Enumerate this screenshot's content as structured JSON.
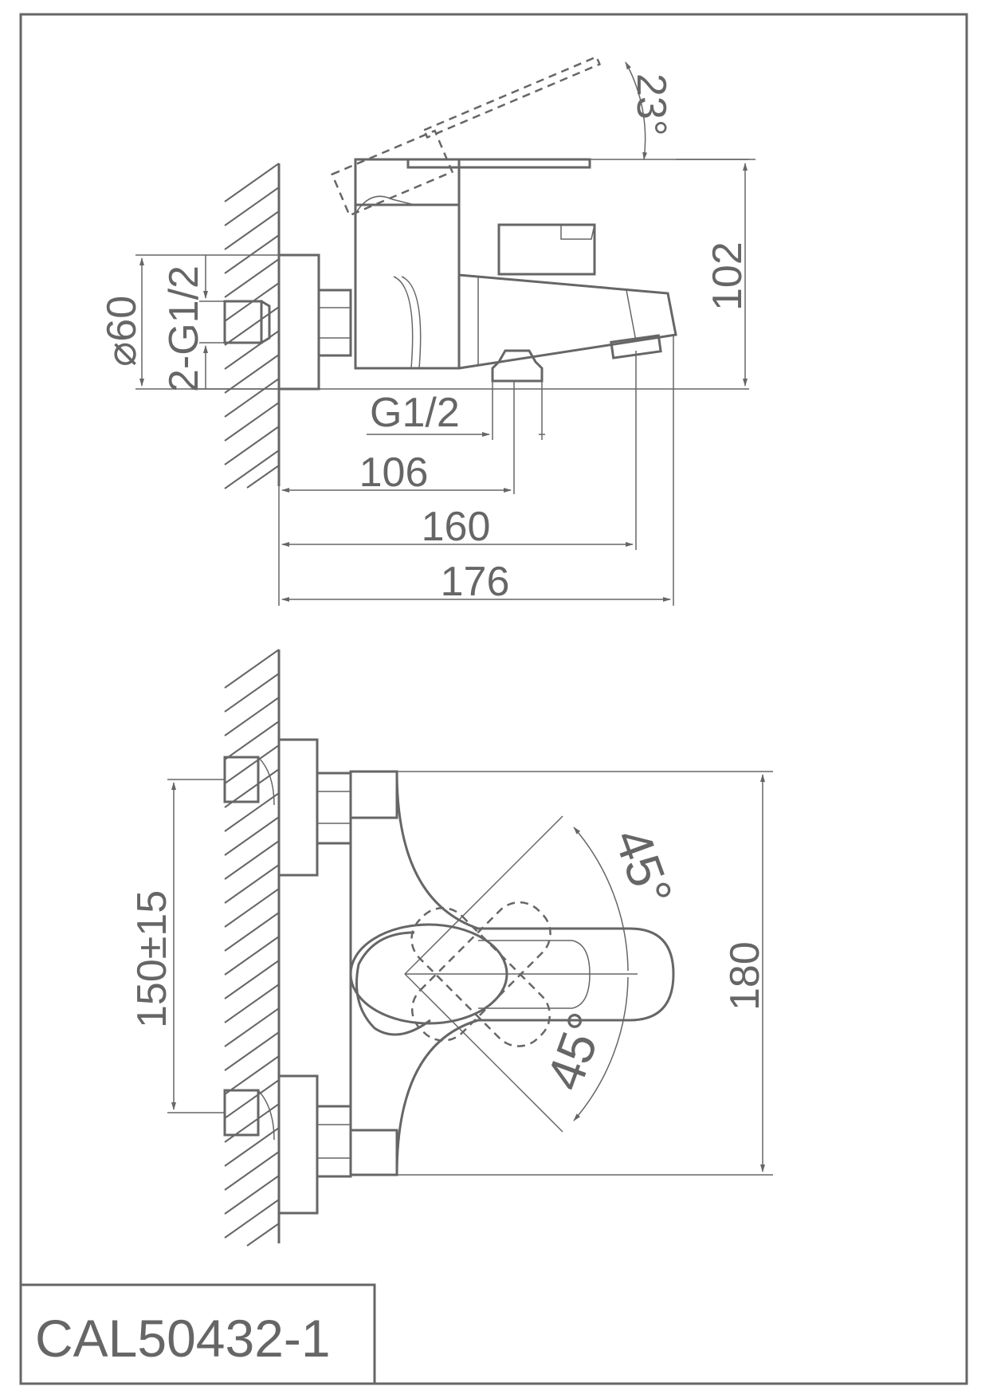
{
  "model_code": "CAL50432-1",
  "side_view": {
    "angle_handle": "23°",
    "height": "102",
    "flange_diameter": "⌀60",
    "inlet_thread": "2-G1/2",
    "outlet_thread": "G1/2",
    "depth_outlet": "106",
    "depth_spout": "160",
    "depth_total": "176"
  },
  "top_view": {
    "inlet_spacing": "150±15",
    "width": "180",
    "angle_left": "45°",
    "angle_right": "45°"
  }
}
